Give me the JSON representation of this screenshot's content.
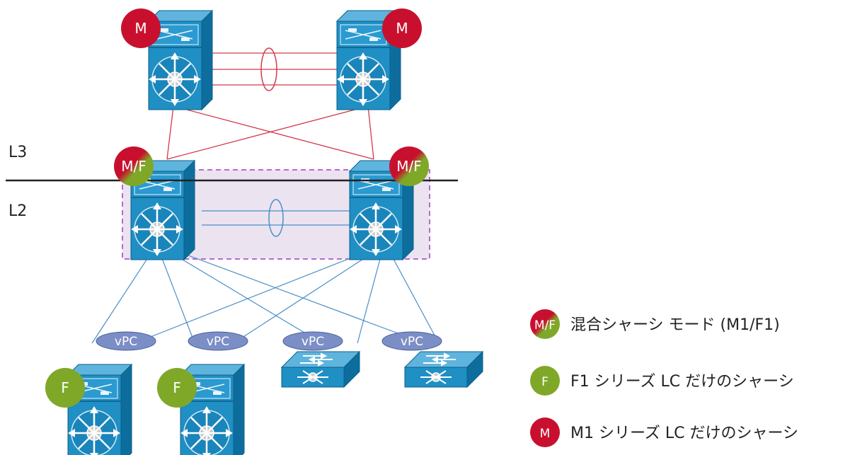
{
  "layers": {
    "upper": "L3",
    "lower": "L2"
  },
  "badges": {
    "mixed": "M/F",
    "f1": "F",
    "m1": "M"
  },
  "vpc_label": "vPC",
  "legend": [
    {
      "badge": "M/F",
      "text": "混合シャーシ モード (M1/F1)",
      "type": "mixed"
    },
    {
      "badge": "F",
      "text": "F1 シリーズ LC だけのシャーシ",
      "type": "f1"
    },
    {
      "badge": "M",
      "text": "M1 シリーズ LC だけのシャーシ",
      "type": "m1"
    }
  ],
  "colors": {
    "switch_blue": "#1f8fc4",
    "switch_blue_dark": "#0d6e9e",
    "m_badge": "#c8102e",
    "f_badge": "#7fa829",
    "red_link": "#d23a4a",
    "blue_link": "#4a8fc8",
    "vpc_fill": "#7c8ec6",
    "l2_box_fill": "#ece3f1",
    "l2_box_border": "#b66ad0"
  }
}
